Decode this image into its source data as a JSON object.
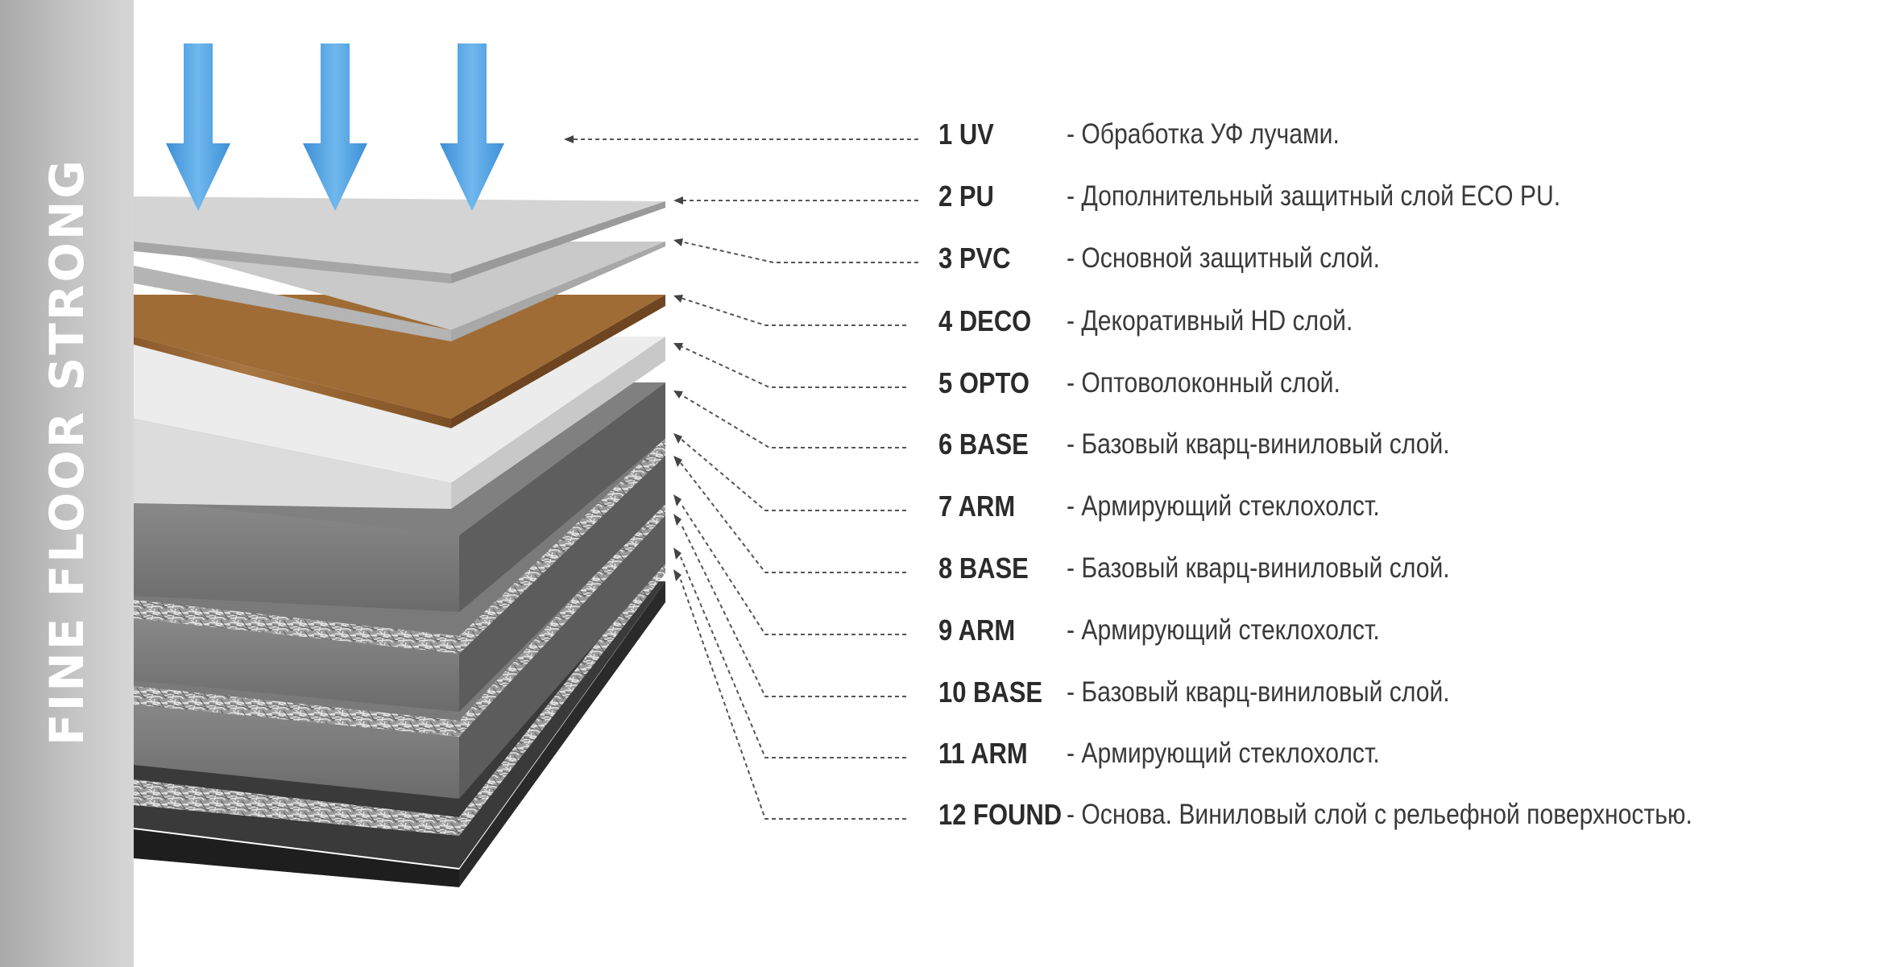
{
  "brand": {
    "title": "FINE FLOOR STRONG"
  },
  "colors": {
    "arrow": "#4a9fe0",
    "sidebar": "#b4b4b4",
    "wood": "#9c6b36",
    "text": "#2b2b2b"
  },
  "icons": [
    "arrow-down-icon"
  ],
  "layers": [
    {
      "id": "1 UV",
      "desc": "- Обработка УФ лучами."
    },
    {
      "id": "2 PU",
      "desc": "- Дополнительный защитный слой ECO PU."
    },
    {
      "id": "3 PVC",
      "desc": "- Основной защитный слой."
    },
    {
      "id": "4 DECO",
      "desc": "- Декоративный HD слой."
    },
    {
      "id": "5 OPTO",
      "desc": "- Оптоволоконный слой."
    },
    {
      "id": "6 BASE",
      "desc": "- Базовый кварц-виниловый слой."
    },
    {
      "id": "7 ARM",
      "desc": "- Армирующий стеклохолст."
    },
    {
      "id": "8 BASE",
      "desc": "- Базовый кварц-виниловый слой."
    },
    {
      "id": "9 ARM",
      "desc": "- Армирующий стеклохолст."
    },
    {
      "id": "10 BASE",
      "desc": "- Базовый кварц-виниловый слой."
    },
    {
      "id": "11 ARM",
      "desc": "- Армирующий стеклохолст."
    },
    {
      "id": "12 FOUND",
      "desc": "- Основа. Виниловый слой с рельефной поверхностью."
    }
  ]
}
